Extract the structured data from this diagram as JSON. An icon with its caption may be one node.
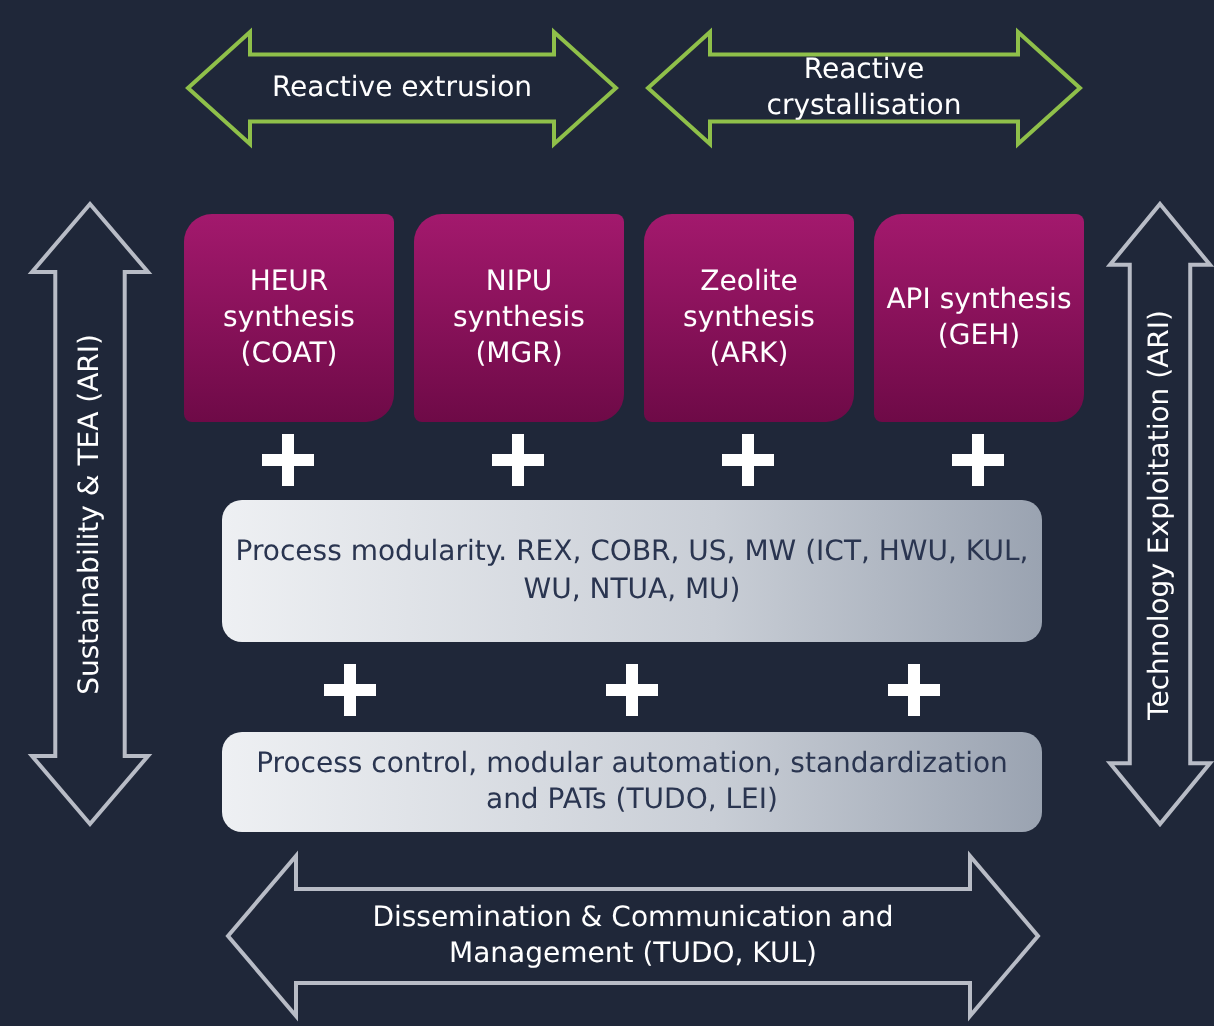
{
  "diagram": {
    "nodes": [
      {
        "text": [
          "Reactive extrusion"
        ]
      },
      {
        "text": [
          "Reactive crystallisation"
        ]
      },
      {
        "text": [
          "Sustainability & TEA (ARI)"
        ]
      },
      {
        "text": [
          "HEUR synthesis (COAT)"
        ]
      },
      {
        "text": [
          "NIPU synthesis (MGR)"
        ]
      },
      {
        "text": [
          "Zeolite synthesis (ARK)"
        ]
      },
      {
        "text": [
          "API synthesis (GEH)"
        ]
      },
      {
        "text": [
          "Technology Exploitation (ARI)"
        ]
      },
      {
        "text": [
          "Process modularity. REX, COBR, US, MW (ICT, HWU, KUL, WU, NTUA, MU)"
        ]
      },
      {
        "text": [
          "Process control, modular automation, standardization and PATs (TUDO, LEI)"
        ]
      },
      {
        "text": [
          "Dissemination & Communication and Management (TUDO, KUL)"
        ]
      }
    ],
    "edges": []
  }
}
